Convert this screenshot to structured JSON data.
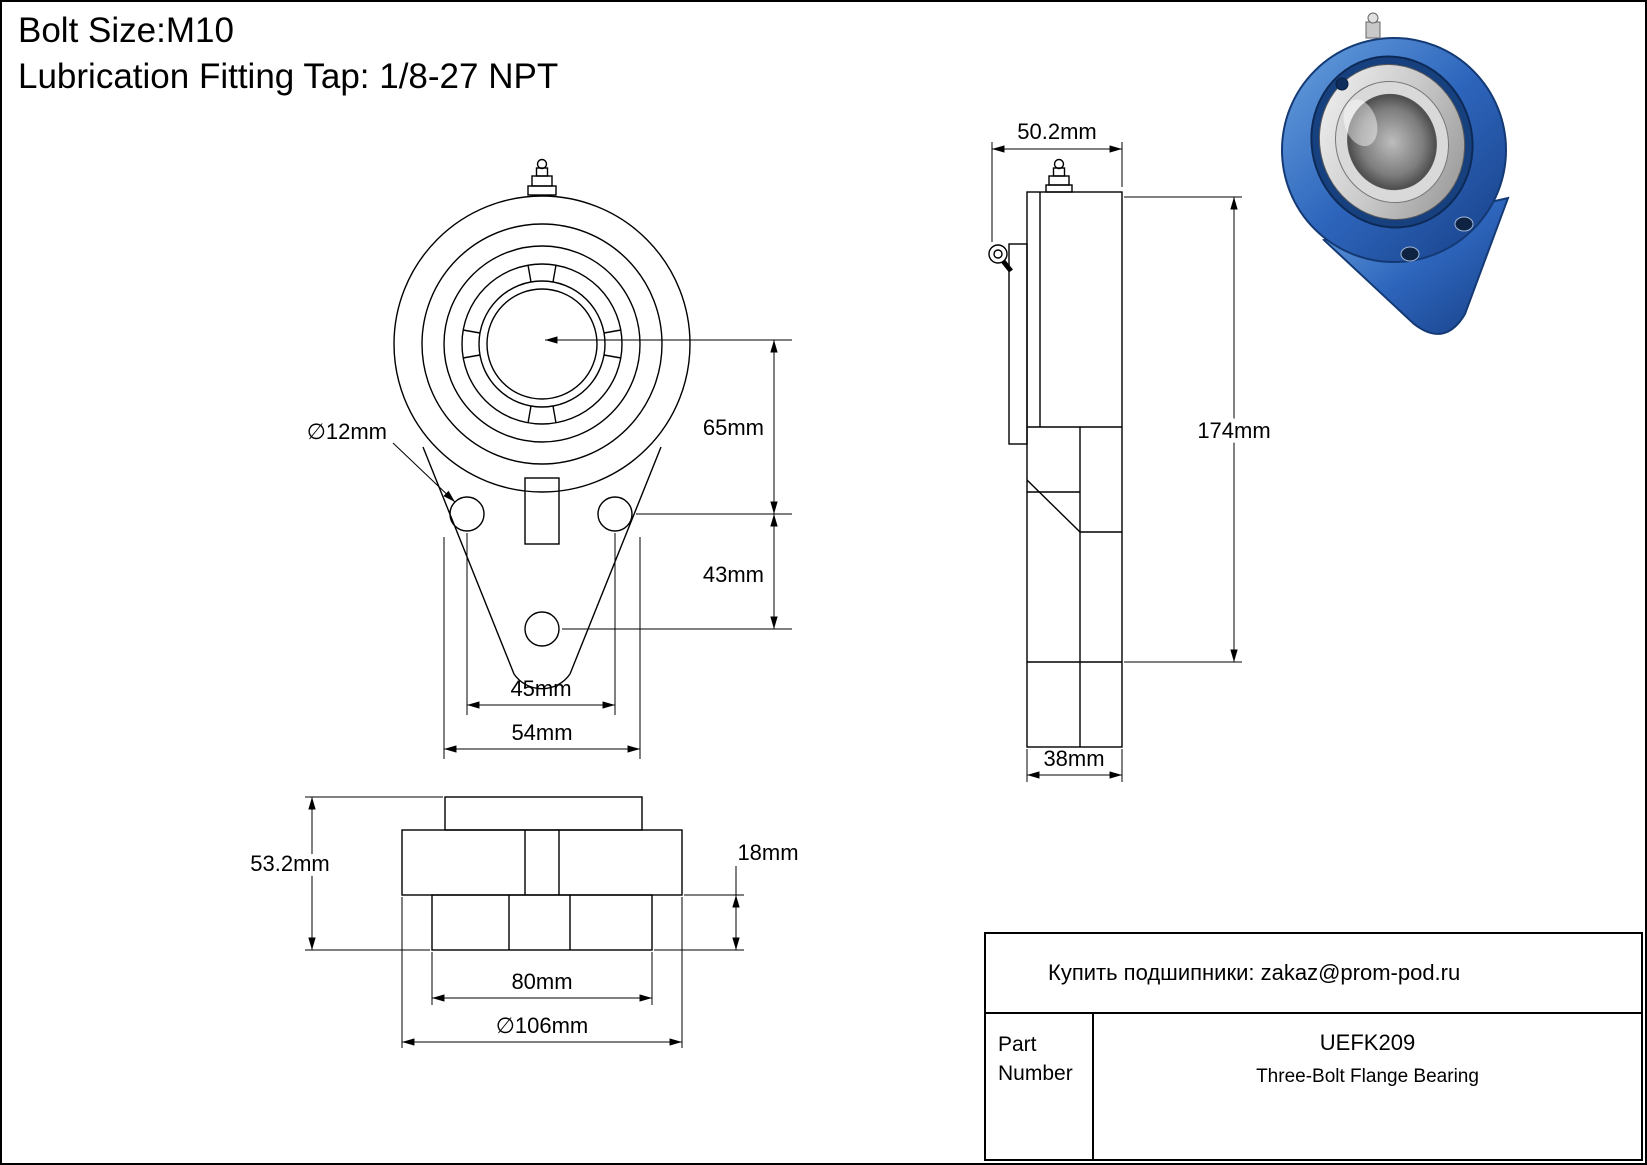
{
  "header": {
    "line1": "Bolt Size:M10",
    "line2": "Lubrication Fitting Tap: 1/8-27 NPT"
  },
  "front_view": {
    "hole_diameter": "∅12mm",
    "center_to_holes": "65mm",
    "holes_vertical": "43mm",
    "holes_spacing": "45mm",
    "flange_width": "54mm"
  },
  "side_view": {
    "top_width": "50.2mm",
    "total_height": "174mm",
    "base_depth": "38mm"
  },
  "bottom_view": {
    "height": "53.2mm",
    "lip_height": "18mm",
    "inner_width": "80mm",
    "outer_diameter": "∅106mm"
  },
  "title_block": {
    "contact": "Купить подшипники: zakaz@prom-pod.ru",
    "part_label": "Part Number",
    "part_number": "UEFK209",
    "part_description": "Three-Bolt Flange Bearing"
  }
}
